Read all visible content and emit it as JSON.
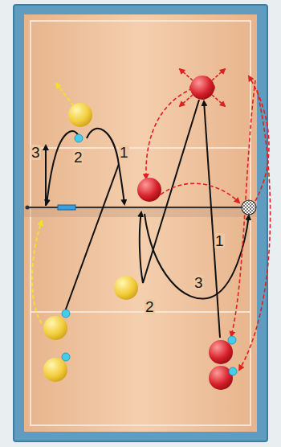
{
  "diagram": {
    "labels": [
      "3",
      "2",
      "1",
      "1",
      "3",
      "2"
    ]
  }
}
